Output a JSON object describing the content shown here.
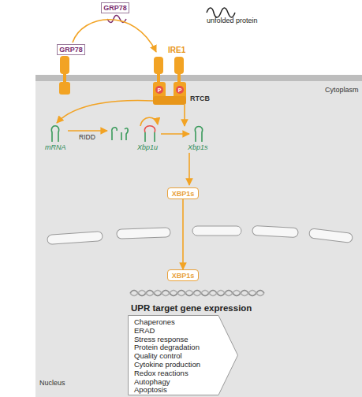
{
  "diagram": {
    "nodes": [
      {
        "text": [
          "GRP78"
        ]
      },
      {
        "text": [
          "GRP78"
        ]
      },
      {
        "text": [
          "XBP1s"
        ]
      },
      {
        "text": [
          "XBP1s"
        ]
      },
      {
        "text": [
          "UPR target gene expression",
          "Chaperones",
          "ERAD",
          "Stress response",
          "Protein degradation",
          "Quality control",
          "Cytokine production",
          "Redox reactions",
          "Autophagy",
          "Apoptosis"
        ]
      }
    ],
    "edges": [
      {
        "from": 2,
        "to": 3,
        "arrow": "to"
      }
    ],
    "labels": [
      "unfolded protein",
      "IRE1",
      "P",
      "P",
      "RTCB",
      "Cytoplasm",
      "mRNA",
      "RIDD",
      "Xbp1u",
      "Xbp1s",
      "Nucleus"
    ]
  }
}
